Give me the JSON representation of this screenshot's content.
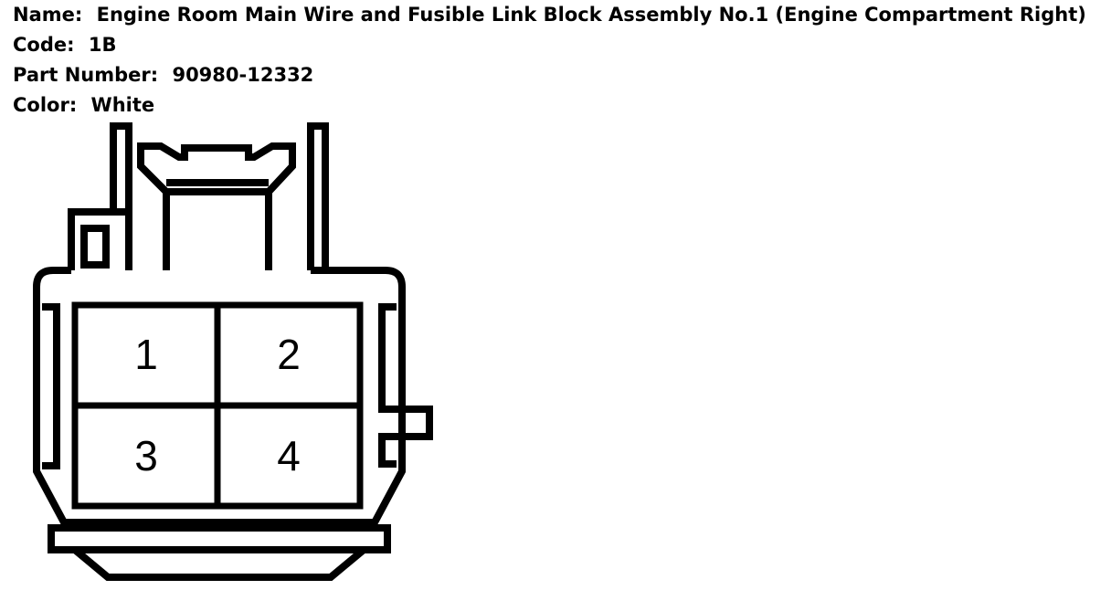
{
  "header": {
    "name_label": "Name:",
    "name_value": "Engine Room Main Wire and Fusible Link Block Assembly No.1 (Engine Compartment Right)",
    "code_label": "Code:",
    "code_value": "1B",
    "part_label": "Part Number:",
    "part_value": "90980-12332",
    "color_label": "Color:",
    "color_value": "White"
  },
  "connector": {
    "pins": [
      "1",
      "2",
      "3",
      "4"
    ]
  },
  "colors": {
    "line": "#000000",
    "background": "#ffffff"
  }
}
